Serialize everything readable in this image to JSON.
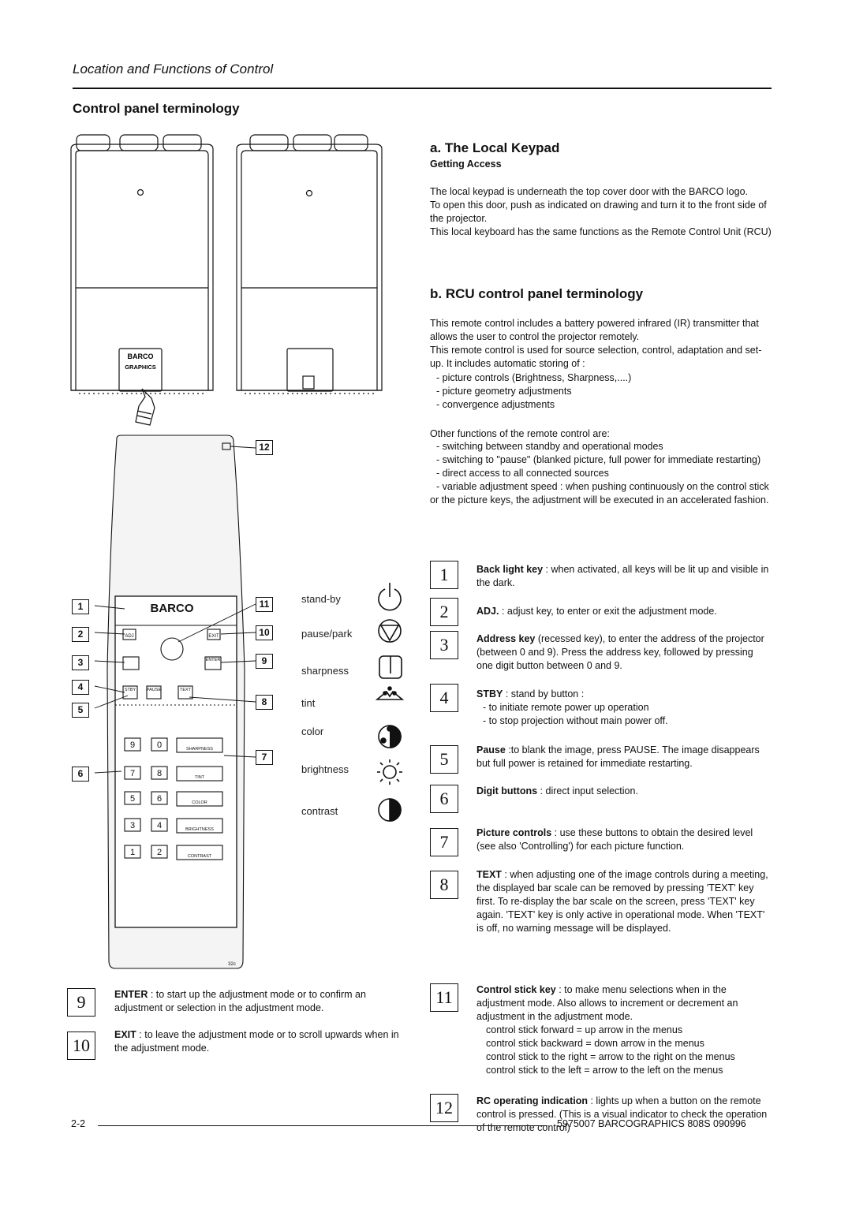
{
  "header": {
    "title": "Location and Functions of Control"
  },
  "section_title": "Control panel terminology",
  "local_keypad": {
    "title": "a. The Local Keypad",
    "subtitle": "Getting  Access",
    "paragraphs": [
      "The local keypad is underneath the top cover door with the BARCO logo.",
      "To open this door, push as indicated on drawing and turn it to the front side of the projector.",
      "This local keyboard has the same functions as the Remote Control Unit (RCU)"
    ]
  },
  "rcu": {
    "title": "b. RCU control panel terminology",
    "intro1": "This remote control includes a battery powered infrared (IR) transmitter that allows the user to control the projector remotely.",
    "intro2": "This remote control is used for source selection, control, adaptation and set-up.  It includes automatic storing of :",
    "list1": [
      "- picture controls (Brightness, Sharpness,....)",
      "- picture geometry adjustments",
      "- convergence  adjustments"
    ],
    "other_intro": "Other functions of the remote control are:",
    "list2": [
      "- switching between standby  and  operational modes",
      "- switching to \"pause\" (blanked picture, full power for immediate restarting)",
      "- direct access to all connected sources",
      "- variable adjustment speed : when pushing continuously on the control stick or the picture keys, the adjustment will be executed in an accelerated fashion."
    ]
  },
  "projector_logo": {
    "brand": "BARCO",
    "sub": "GRAPHICS"
  },
  "remote": {
    "brand": "BARCO",
    "keys": {
      "adj": "ADJ",
      "exit": "EXIT",
      "enter": "ENTER",
      "stby": "STBY",
      "pause": "PAUSE",
      "text": "TEXT"
    },
    "digits": [
      "9",
      "0",
      "7",
      "8",
      "5",
      "6",
      "3",
      "4",
      "1",
      "2"
    ],
    "picture_keys": [
      "SHARPNESS",
      "TINT",
      "COLOR",
      "BRIGHTNESS",
      "CONTRAST"
    ],
    "ref": "32c",
    "left_callouts": [
      "1",
      "2",
      "3",
      "4",
      "5",
      "6"
    ],
    "right_callouts": [
      "12",
      "11",
      "10",
      "9",
      "8",
      "7"
    ]
  },
  "icon_labels": [
    "stand-by",
    "pause/park",
    "sharpness",
    "tint",
    "color",
    "brightness",
    "contrast"
  ],
  "keys": [
    {
      "n": "1",
      "bold": "Back light key",
      "text": " : when activated, all keys will be lit up and visible in the dark."
    },
    {
      "n": "2",
      "bold": "ADJ.",
      "text": " : adjust key, to enter or exit the adjustment mode."
    },
    {
      "n": "3",
      "bold": "Address key",
      "text": " (recessed key), to enter the address of the projector (between 0 and 9).  Press the address key, followed by pressing one digit button between 0 and 9."
    },
    {
      "n": "4",
      "bold": "STBY",
      "text": " : stand by button :",
      "sub": [
        "- to initiate remote power up operation",
        "- to stop projection without main power off."
      ]
    },
    {
      "n": "5",
      "bold": "Pause",
      "text": " :to blank the image, press PAUSE.  The image disappears but full power is retained for immediate restarting."
    },
    {
      "n": "6",
      "bold": "Digit buttons",
      "text": " : direct input selection."
    },
    {
      "n": "7",
      "bold": "Picture controls",
      "text": " : use these buttons to obtain the desired level (see also 'Controlling') for each picture function."
    },
    {
      "n": "8",
      "bold": "TEXT",
      "text": " : when adjusting one of the image controls during a meeting, the displayed bar scale can be removed by pressing 'TEXT' key first.  To re-display the bar scale on the screen, press 'TEXT' key again.  'TEXT' key is only active in operational mode. When 'TEXT' is off, no warning message will be displayed."
    },
    {
      "n": "9",
      "bold": "ENTER",
      "text": " : to start up the adjustment mode or to confirm an adjustment or selection in the adjustment mode."
    },
    {
      "n": "10",
      "bold": "EXIT",
      "text": " :  to leave the adjustment mode or to scroll upwards when in the adjustment mode."
    },
    {
      "n": "11",
      "bold": "Control stick key",
      "text": " : to make menu selections when in the adjustment mode. Also allows to increment or decrement an adjustment in the adjustment mode.",
      "sub": [
        "control stick forward = up arrow in the menus",
        "control stick backward = down arrow in the menus",
        "control stick to the right = arrow to the right on the menus",
        "control stick to the left = arrow to the left on the menus"
      ]
    },
    {
      "n": "12",
      "bold": "RC operating indication",
      "text": " : lights up when a button on the remote control is pressed.  (This is a visual indicator to check the operation of the remote control)"
    }
  ],
  "footer": {
    "page": "2-2",
    "doc": "5975007 BARCOGRAPHICS 808S 090996"
  }
}
